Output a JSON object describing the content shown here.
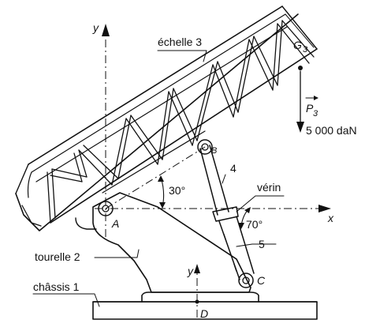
{
  "labels": {
    "ladder": "échelle 3",
    "cog": "G",
    "cog_sub": "3",
    "weight_symbol": "P",
    "weight_sub": "3",
    "weight_value": "5 000 daN",
    "point_a": "A",
    "point_b": "B",
    "point_c": "C",
    "point_d": "D",
    "axis_x": "x",
    "axis_y_main": "y",
    "axis_y_secondary": "y",
    "cylinder": "vérin",
    "part_4": "4",
    "part_5": "5",
    "turret": "tourelle 2",
    "chassis": "châssis 1",
    "angle_30": "30°",
    "angle_70": "70°"
  }
}
